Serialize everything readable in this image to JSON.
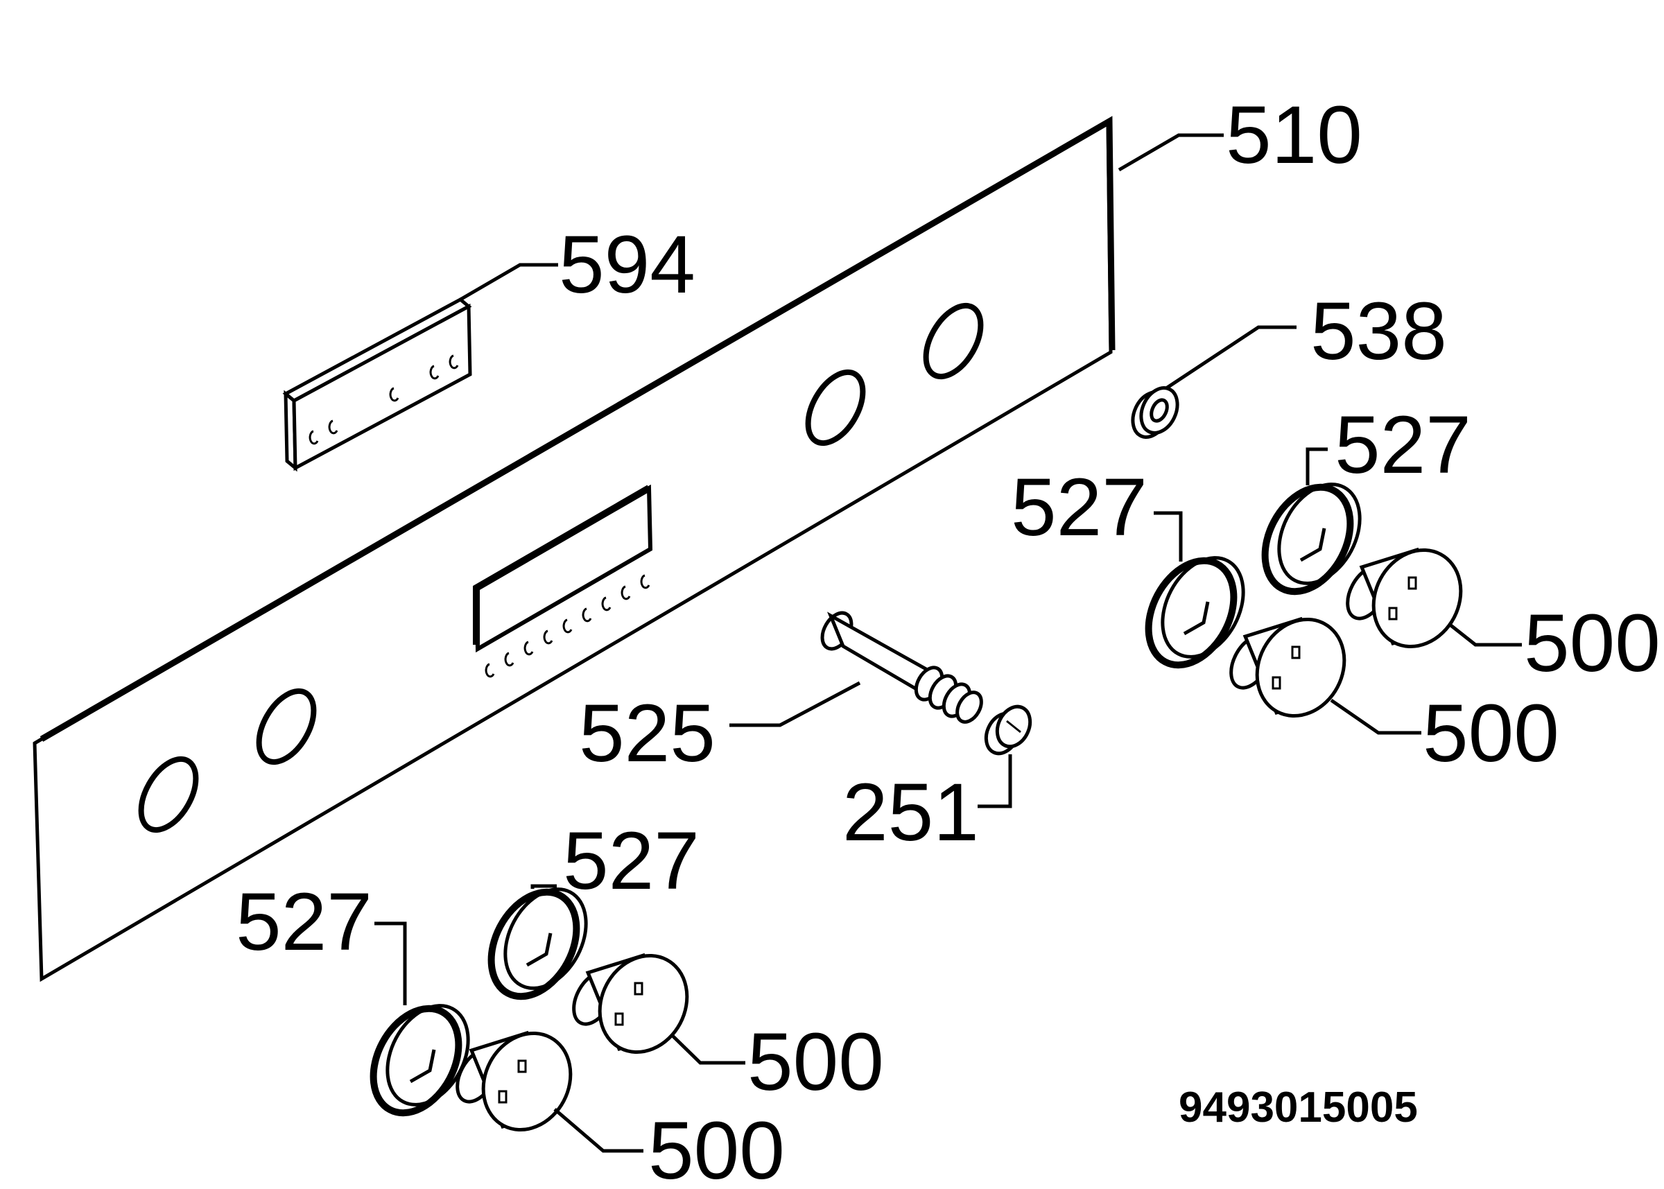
{
  "parts": {
    "p510": "510",
    "p594": "594",
    "p538": "538",
    "p527": "527",
    "p500": "500",
    "p525": "525",
    "p251": "251"
  },
  "diagram_code": "9493015005"
}
